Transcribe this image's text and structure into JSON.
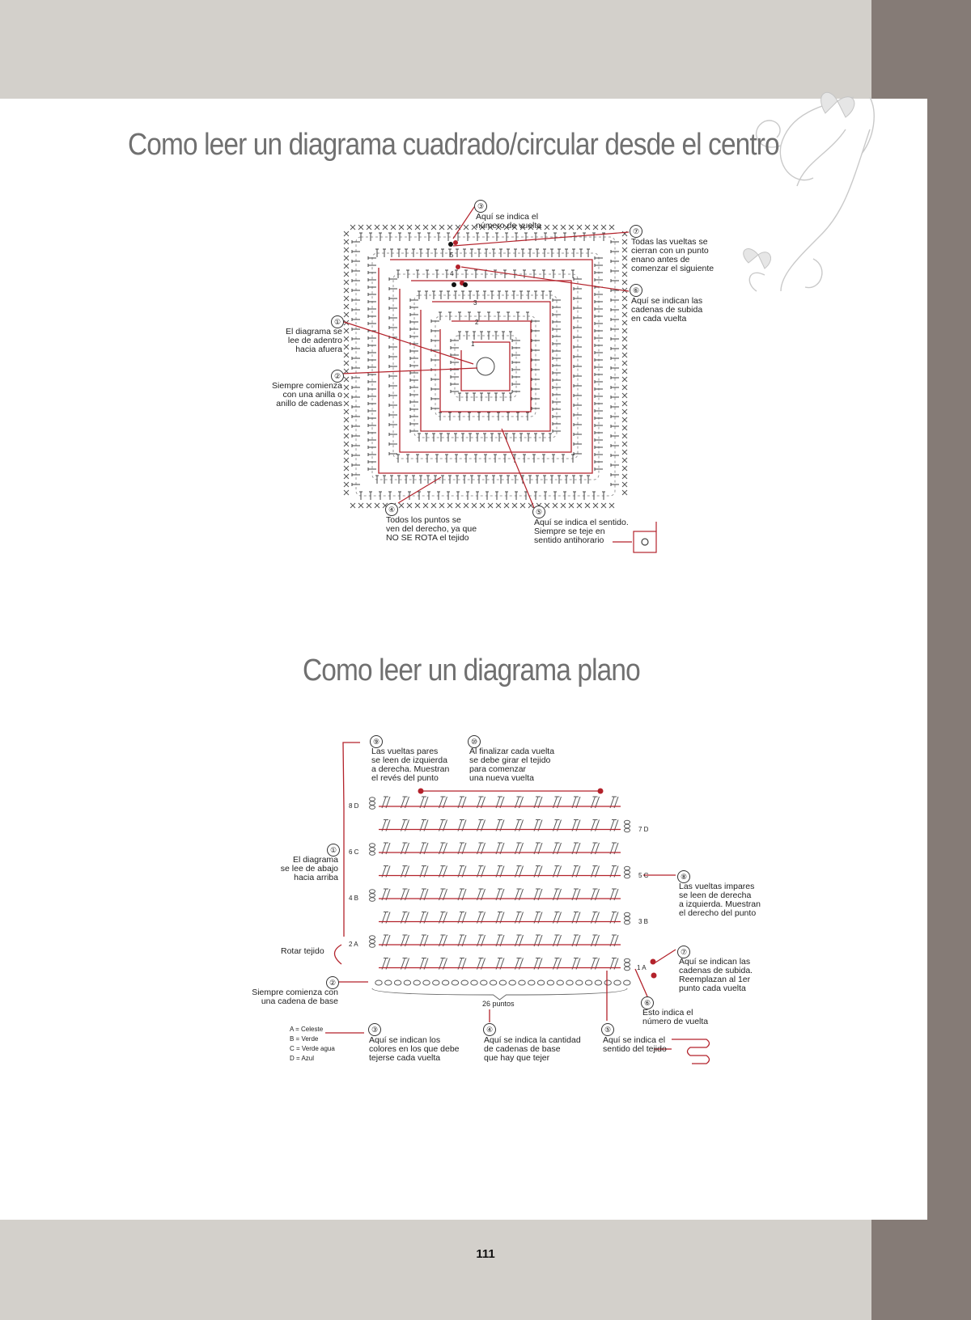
{
  "sections": {
    "square": {
      "title": "Como leer un diagrama cuadrado/circular desde el centro",
      "callouts": [
        {
          "num": "③",
          "text": "Aquí se indica el\nnúmero de vuelta"
        },
        {
          "num": "⑦",
          "text": "Todas las vueltas se\ncierran con un punto\nenano antes de\ncomenzar el siguiente"
        },
        {
          "num": "⑥",
          "text": "Aquí se indican las\ncadenas de subida\nen cada vuelta"
        },
        {
          "num": "①",
          "text": "El diagrama se\nlee de adentro\nhacia afuera"
        },
        {
          "num": "②",
          "text": "Siempre comienza\ncon una anilla o\nanillo de cadenas"
        },
        {
          "num": "④",
          "text": "Todos los puntos se\nven del derecho, ya que\nNO SE ROTA el tejido"
        },
        {
          "num": "⑤",
          "text": "Aquí se indica el sentido.\nSiempre se teje en\nsentido antihorario"
        }
      ],
      "round_numbers": [
        "1",
        "2",
        "3",
        "4",
        "5"
      ]
    },
    "flat": {
      "title": "Como leer un diagrama plano",
      "callouts": [
        {
          "num": "⑨",
          "text": "Las vueltas pares\nse leen de izquierda\na derecha. Muestran\nel revés del punto"
        },
        {
          "num": "⑩",
          "text": "Al finalizar cada vuelta\nse debe girar el tejido\npara comenzar\nuna nueva vuelta"
        },
        {
          "num": "①",
          "text": "El diagrama\nse lee de abajo\nhacia arriba"
        },
        {
          "num": "⑧",
          "text": "Las vueltas impares\nse leen de derecha\na izquierda. Muestran\nel derecho del punto"
        },
        {
          "num": "⑦",
          "text": "Aquí se indican las\ncadenas de subida.\nReemplazan al 1er\npunto cada vuelta"
        },
        {
          "num": "⑥",
          "text": "Esto indica el\nnúmero de vuelta"
        },
        {
          "num": "②",
          "text": "Siempre comienza con\nuna cadena de base"
        },
        {
          "num": "③",
          "text": "Aquí se indican los\ncolores en los que debe\ntejerse cada vuelta"
        },
        {
          "num": "④",
          "text": "Aquí se indica la cantidad\nde cadenas de base\nque hay que tejer"
        },
        {
          "num": "⑤",
          "text": "Aquí se indica el\nsentido del tejido"
        }
      ],
      "rotate_label": "Rotar tejido",
      "base_count_label": "26 puntos",
      "row_labels": [
        "1 A",
        "2 A",
        "3 B",
        "4 B",
        "5 C",
        "6 C",
        "7 D",
        "8 D"
      ],
      "color_legend": [
        "A = Celeste",
        "B = Verde",
        "C = Verde agua",
        "D = Azul"
      ]
    }
  },
  "page_number": "111",
  "colors": {
    "accent": "#b3222b",
    "ink": "#333333",
    "title": "#707070",
    "band": "#857b76",
    "bg": "#d3d0cb"
  }
}
